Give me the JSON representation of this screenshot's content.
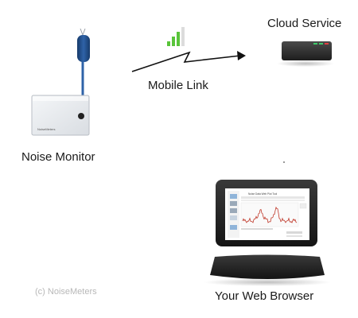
{
  "labels": {
    "cloud": "Cloud Service",
    "link": "Mobile Link",
    "monitor": "Noise Monitor",
    "browser": "Your Web Browser",
    "copyright": "(c) NoiseMeters",
    "device_brand": "NoiseMeters"
  },
  "screen": {
    "page_title": "Noise Data Web Plot Tool",
    "plot_series_color": "#c0392b"
  },
  "colors": {
    "signal_green": "#59c43a",
    "signal_inactive": "#dcdcdc",
    "cloud_led_green": "#3ec96a",
    "cloud_led_red": "#e04040",
    "antenna_blue": "#1f4e8c",
    "enclosure": "#e9ecf0"
  },
  "signal": {
    "bars_active": 3,
    "bars_total": 4
  }
}
